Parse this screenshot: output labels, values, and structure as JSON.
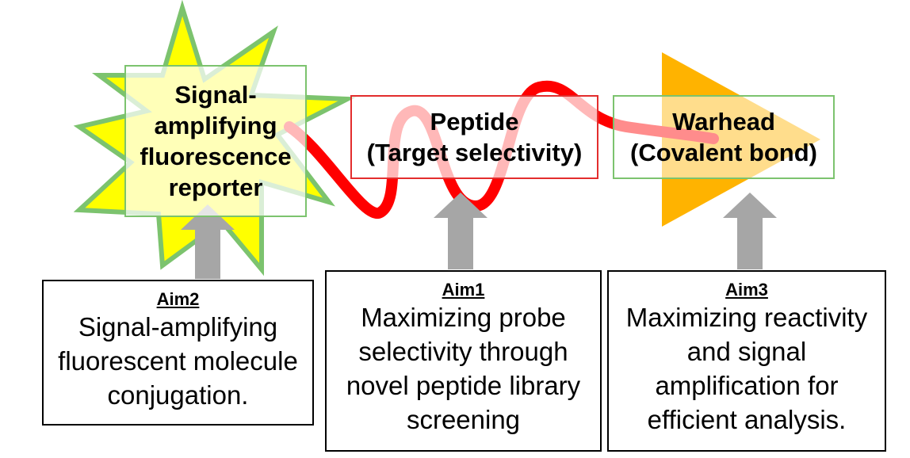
{
  "components": {
    "reporter": "Signal-amplifying fluorescence reporter",
    "peptide_line1": "Peptide",
    "peptide_line2": "(Target selectivity)",
    "warhead_line1": "Warhead",
    "warhead_line2": "(Covalent bond)"
  },
  "aims": {
    "aim2": {
      "title": "Aim2",
      "text": "Signal-amplifying fluorescent molecule conjugation."
    },
    "aim1": {
      "title": "Aim1",
      "text": "Maximizing probe selectivity through novel peptide library screening"
    },
    "aim3": {
      "title": "Aim3",
      "text": "Maximizing reactivity and signal amplification for efficient analysis."
    }
  },
  "colors": {
    "star_fill": "#ffff00",
    "star_outline": "#7cc36e",
    "peptide_wave": "#ff0000",
    "warhead_triangle": "#ffb300",
    "arrow": "#a6a6a6"
  },
  "icons": [
    "starburst-icon",
    "wave-icon",
    "triangle-icon",
    "up-arrow-icon"
  ]
}
